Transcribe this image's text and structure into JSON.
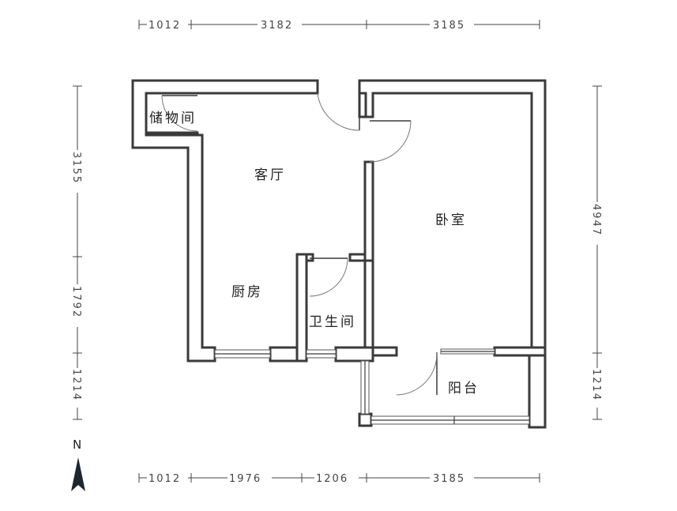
{
  "rooms": {
    "storage": "储物间",
    "living": "客厅",
    "bedroom": "卧室",
    "kitchen": "厨房",
    "bathroom": "卫生间",
    "balcony": "阳台"
  },
  "dimensions": {
    "top": [
      "1012",
      "3182",
      "3185"
    ],
    "bottom": [
      "1012",
      "1976",
      "1206",
      "3185"
    ],
    "left": [
      "3155",
      "1792",
      "1214"
    ],
    "right": [
      "4947",
      "1214"
    ]
  },
  "compass": {
    "label": "N"
  }
}
